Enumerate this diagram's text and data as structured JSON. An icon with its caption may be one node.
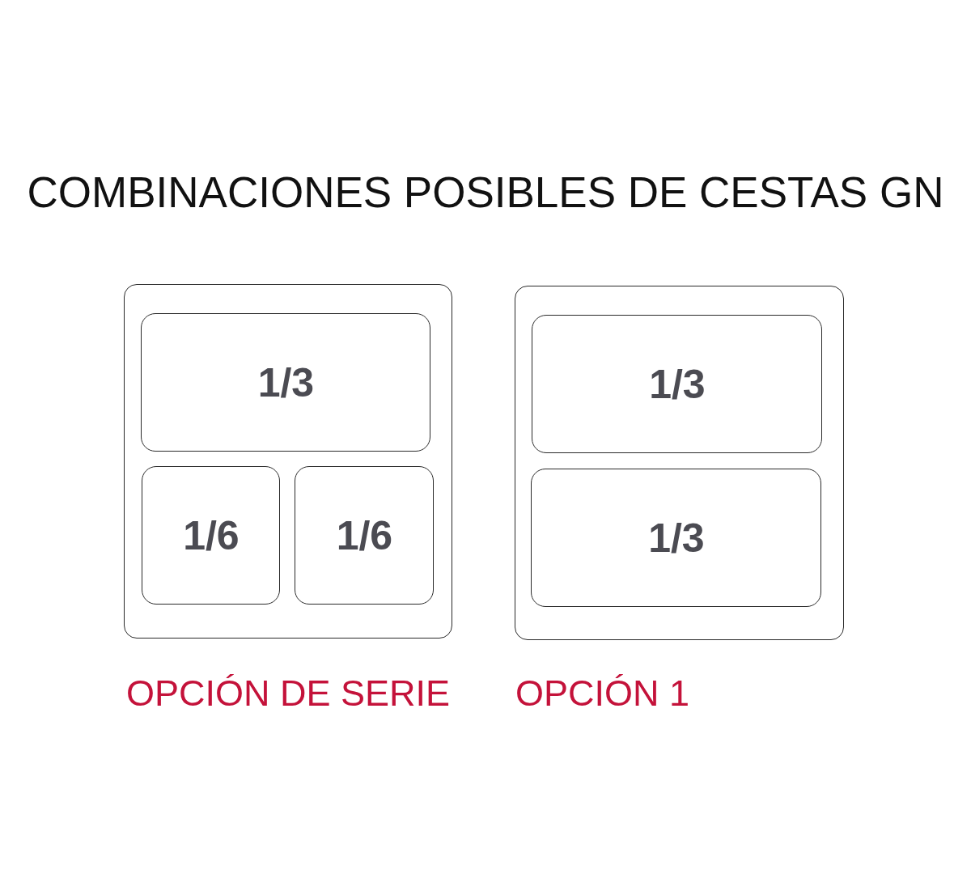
{
  "diagram": {
    "title": "COMBINACIONES POSIBLES DE CESTAS GN",
    "nodes": [
      {
        "text": [
          "OPCIÓN DE SERIE"
        ]
      },
      {
        "text": [
          "1/3"
        ],
        "in": 0
      },
      {
        "text": [
          "1/6"
        ],
        "in": 0
      },
      {
        "text": [
          "1/6"
        ],
        "in": 0
      },
      {
        "text": [
          "OPCIÓN 1"
        ]
      },
      {
        "text": [
          "1/3"
        ],
        "in": 4
      },
      {
        "text": [
          "1/3"
        ],
        "in": 4
      }
    ]
  }
}
